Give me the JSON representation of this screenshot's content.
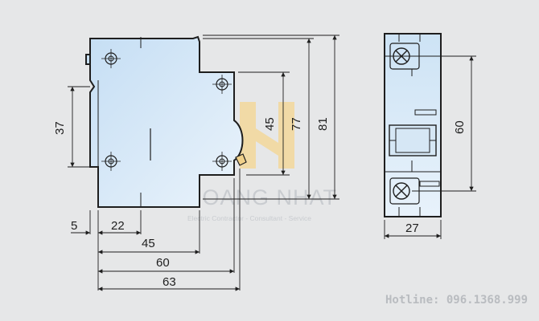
{
  "dimensions": {
    "side_view": {
      "left_offset": "5",
      "mount_width": "22",
      "w45": "45",
      "w60": "60",
      "w63": "63",
      "pitch_37": "37",
      "h45": "45",
      "h77": "77",
      "h81": "81"
    },
    "front_view": {
      "width": "27",
      "height": "60"
    }
  },
  "watermark": {
    "brand": "HOANG NHAT",
    "tagline": "Electric Contractor - Consultant - Service"
  },
  "hotline": "Hotline: 096.1368.999"
}
